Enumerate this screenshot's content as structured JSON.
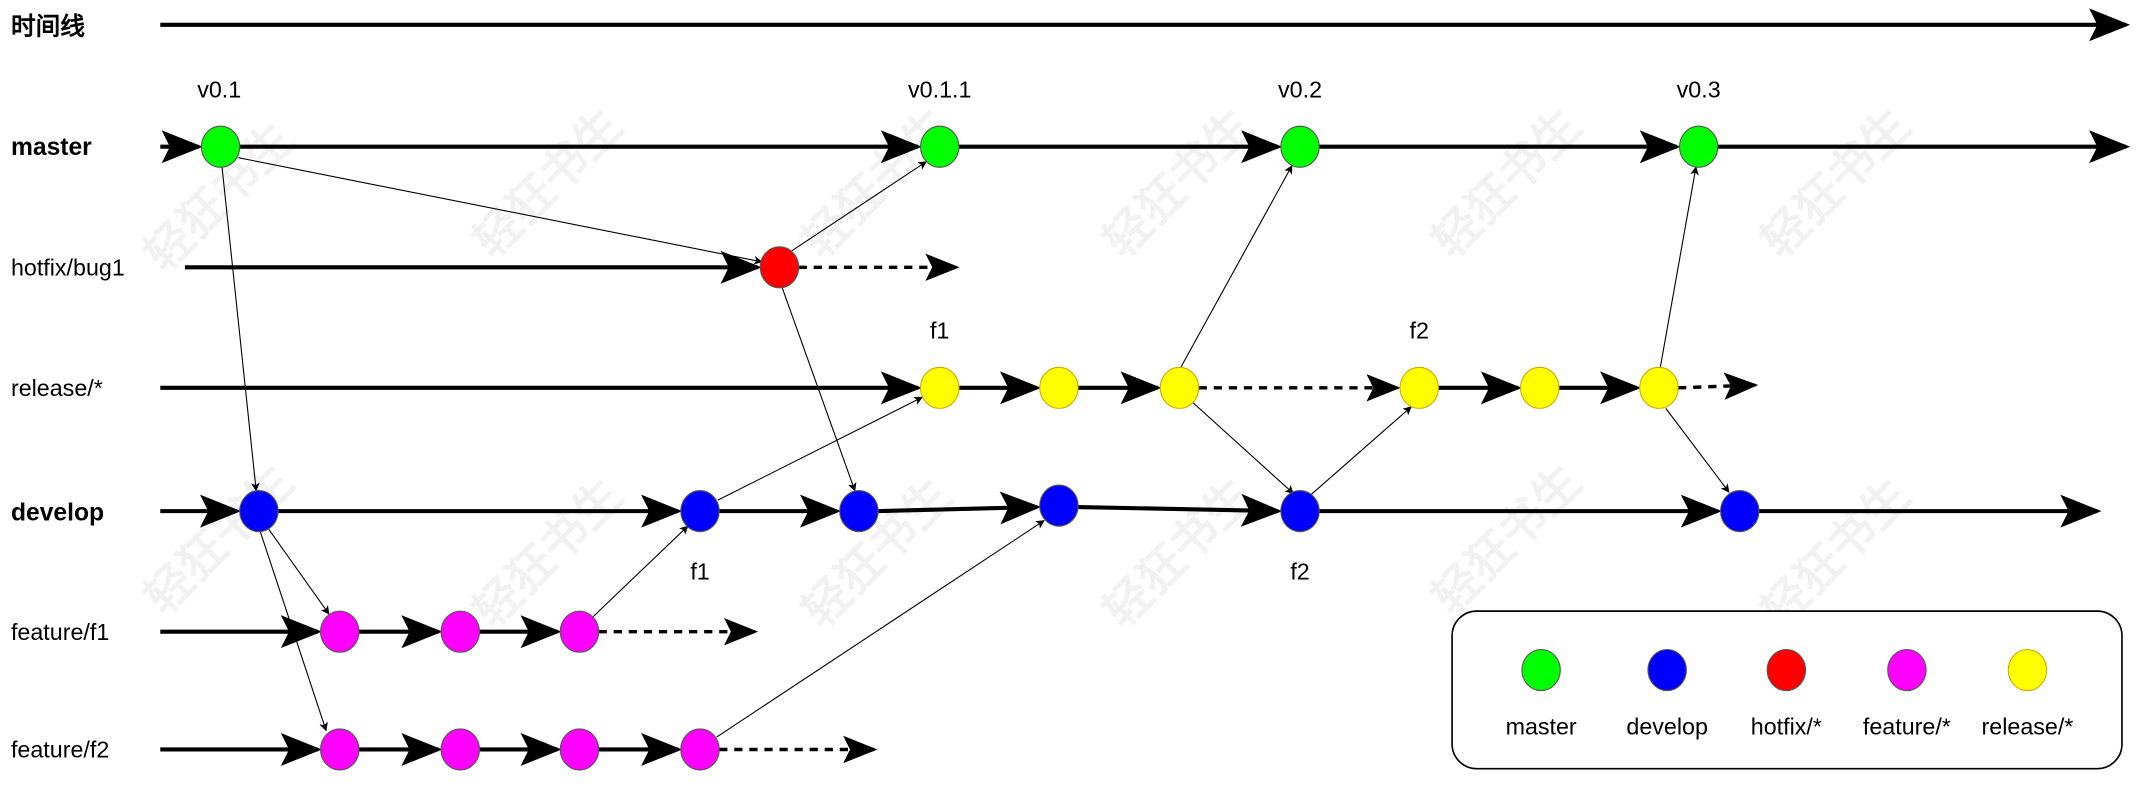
{
  "rows": {
    "timeline": "时间线",
    "master": "master",
    "hotfix": "hotfix/bug1",
    "release": "release/*",
    "develop": "develop",
    "feature_f1": "feature/f1",
    "feature_f2": "feature/f2"
  },
  "tags": {
    "v01": "v0.1",
    "v011": "v0.1.1",
    "v02": "v0.2",
    "v03": "v0.3",
    "release_f1": "f1",
    "release_f2": "f2",
    "develop_f1": "f1",
    "develop_f2": "f2"
  },
  "legend": [
    {
      "label": "master",
      "color": "#00ff00"
    },
    {
      "label": "develop",
      "color": "#0000ff"
    },
    {
      "label": "hotfix/*",
      "color": "#ff0000"
    },
    {
      "label": "feature/*",
      "color": "#ff00ff"
    },
    {
      "label": "release/*",
      "color": "#ffff00"
    }
  ],
  "watermark": "轻狂书生"
}
